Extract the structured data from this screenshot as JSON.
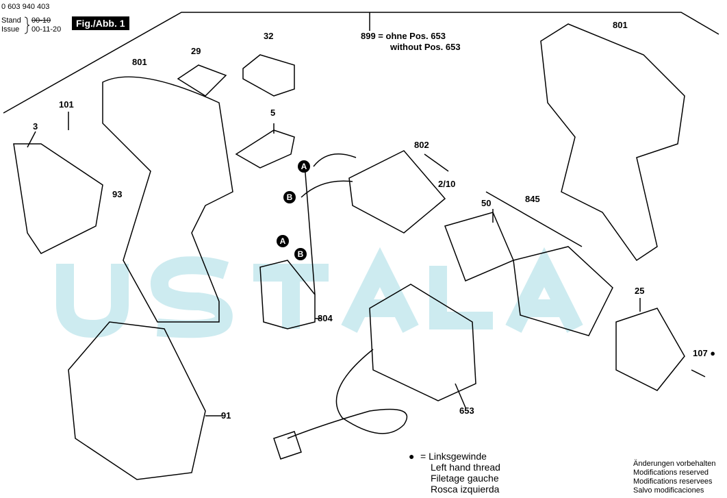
{
  "header": {
    "doc_number": "0 603 940 403",
    "stand_label": "Stand",
    "issue_label": "Issue",
    "stand_value": "00-10",
    "issue_value": "00-11-20",
    "figure": "Fig./Abb. 1"
  },
  "note": {
    "line1": "899 = ohne Pos. 653",
    "line2": "without Pos. 653"
  },
  "watermark": "USTALA",
  "parts": {
    "p801a": "801",
    "p29": "29",
    "p32": "32",
    "p101": "101",
    "p3": "3",
    "p93": "93",
    "p5": "5",
    "p802": "802",
    "p210": "2/10",
    "p50": "50",
    "p845": "845",
    "p801b": "801",
    "p804": "804",
    "p25": "25",
    "p107": "107 ●",
    "p91": "91",
    "p653": "653"
  },
  "connectors": {
    "a1": "A",
    "b1": "B",
    "a2": "A",
    "b2": "B"
  },
  "legend": {
    "symbol": "●",
    "lines": [
      "= Linksgewinde",
      "Left hand thread",
      "Filetage gauche",
      "Rosca izquierda"
    ]
  },
  "modifications": [
    "Änderungen vorbehalten",
    "Modifications reserved",
    "Modifications reservees",
    "Salvo modificaciones"
  ]
}
